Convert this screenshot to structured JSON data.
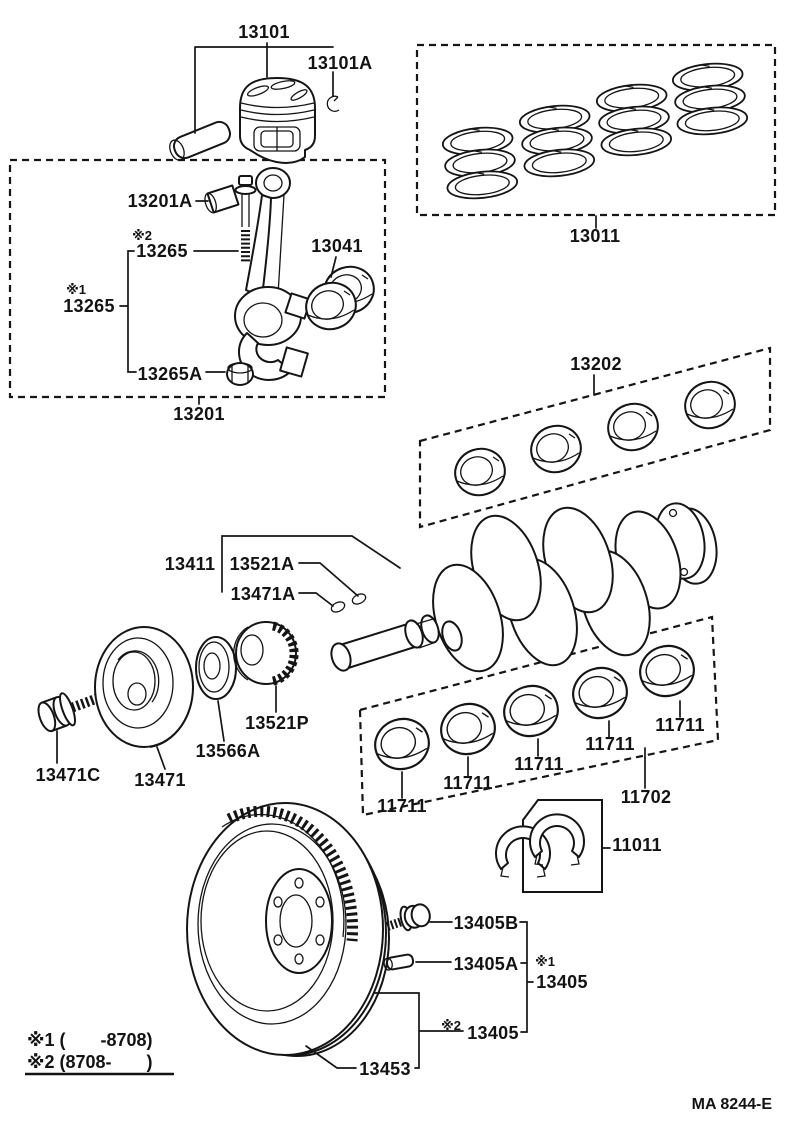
{
  "diagram": {
    "footer_code": "MA 8244-E",
    "legend": {
      "line1": "※1 (       -8708)",
      "line2": "※2 (8708-       )"
    },
    "marks": {
      "m1": "※1",
      "m2": "※2"
    },
    "parts": {
      "piston": "13101",
      "piston_pin_snap_ring": "13101A",
      "piston_ring_set": "13011",
      "connecting_rod_bushing": "13201A",
      "connecting_rod_bolt": "13265",
      "connecting_rod_nut": "13265A",
      "connecting_rod_bearing": "13041",
      "connecting_rod": "13201",
      "main_bearing_upper_set": "13202",
      "crankshaft": "13411",
      "crankshaft_key_upper": "13521A",
      "crankshaft_key_lower": "13471A",
      "crankshaft_timing_gear": "13521P",
      "oil_slinger": "13566A",
      "pulley_bolt": "13471C",
      "crankshaft_pulley": "13471",
      "main_bearing_lower": "11711",
      "main_bearing_lower_set": "11702",
      "thrust_washer_set": "11011",
      "flywheel_bolt": "13405B",
      "flywheel_dowel_pin": "13405A",
      "flywheel": "13405",
      "flywheel_ring_gear": "13453"
    }
  }
}
